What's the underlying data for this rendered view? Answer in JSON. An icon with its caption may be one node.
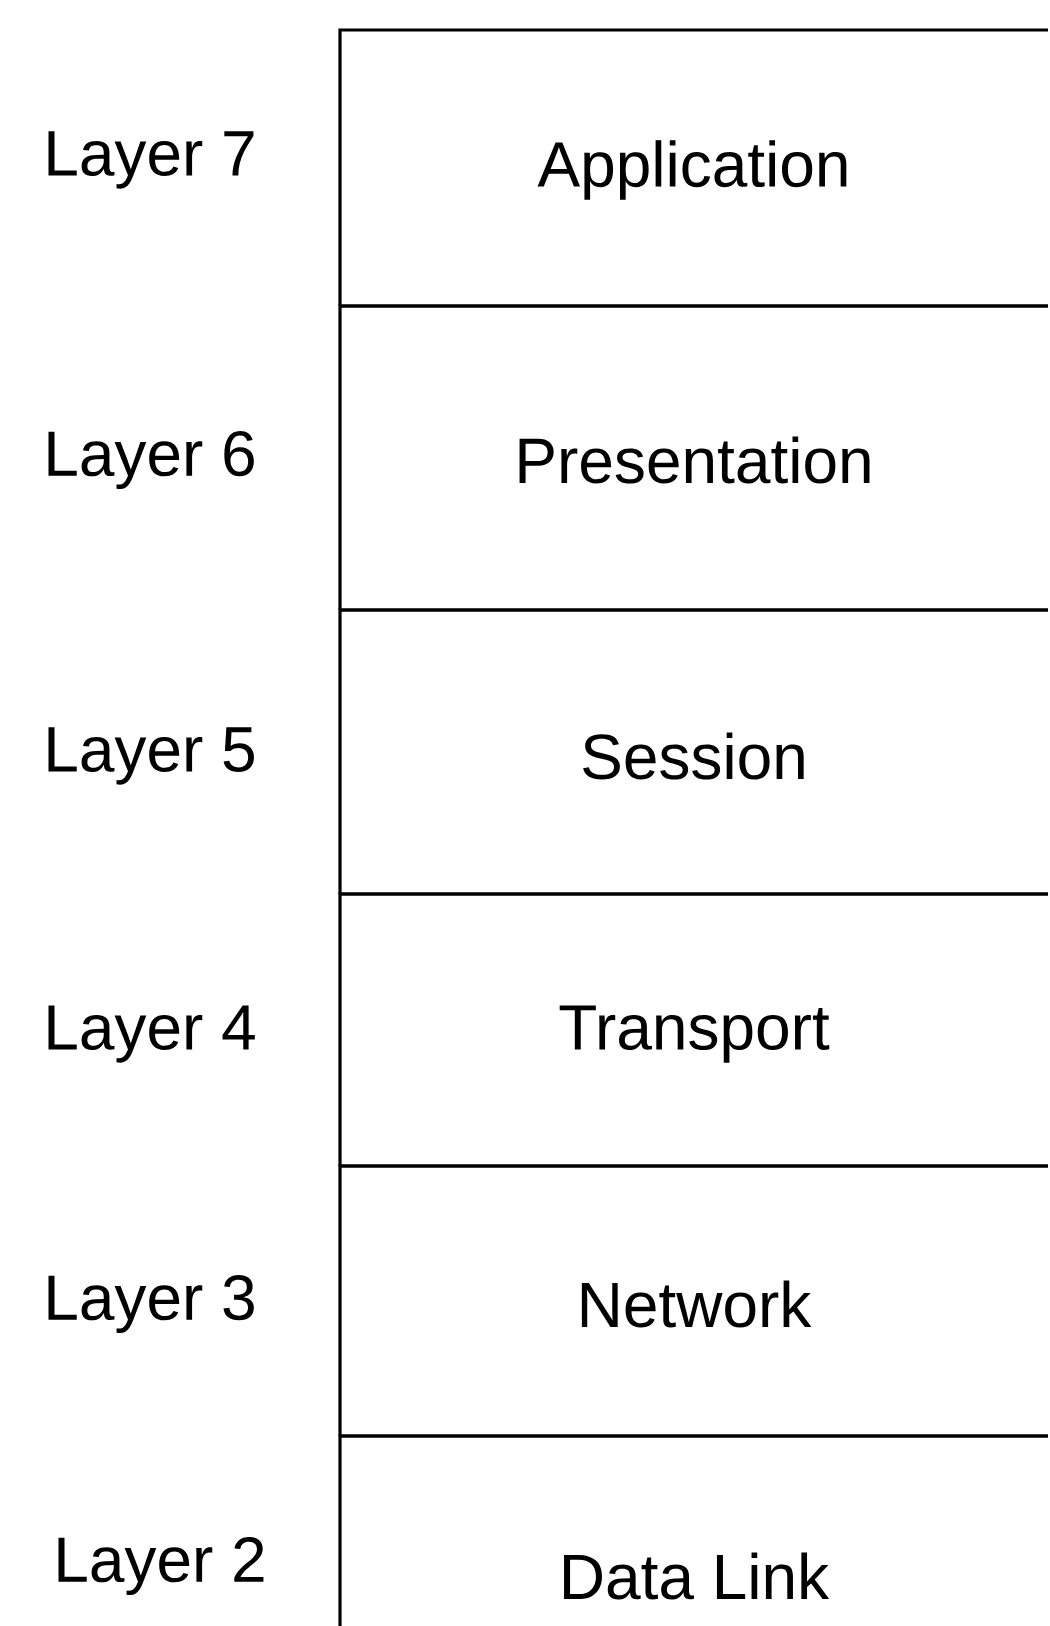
{
  "diagram": {
    "nodes": [
      {
        "text": [
          "Application"
        ],
        "beside": [
          "Layer 7"
        ]
      },
      {
        "text": [
          "Presentation"
        ],
        "beside": [
          "Layer 6"
        ]
      },
      {
        "text": [
          "Session"
        ],
        "beside": [
          "Layer 5"
        ]
      },
      {
        "text": [
          "Transport"
        ],
        "beside": [
          "Layer 4"
        ]
      },
      {
        "text": [
          "Network"
        ],
        "beside": [
          "Layer 3"
        ]
      },
      {
        "text": [
          "Data Link"
        ],
        "beside": [
          "Layer 2"
        ]
      }
    ]
  }
}
